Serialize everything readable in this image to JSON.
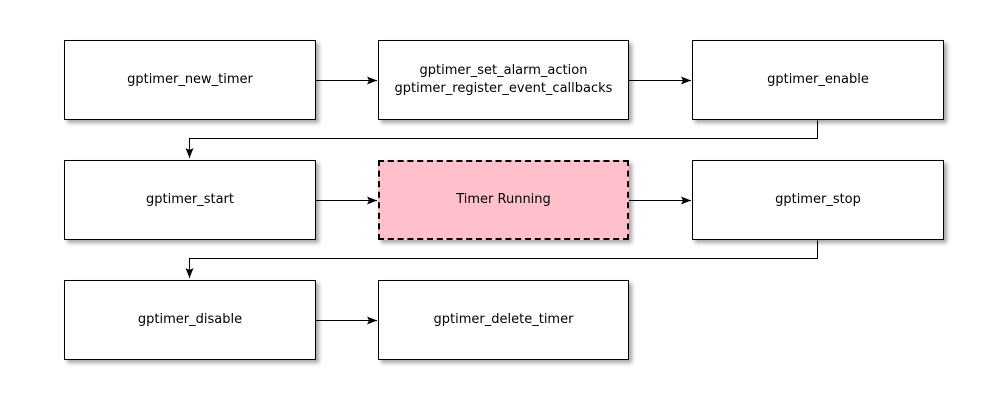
{
  "diagram": {
    "background_color": "#ffffff",
    "colors": {
      "node_fill": "#ffffff",
      "node_border": "#000000",
      "highlight_fill": "#ffc0cb",
      "edge": "#000000",
      "text": "#000000"
    },
    "nodes": [
      {
        "id": "gptimer_new_timer",
        "label": "gptimer_new_timer",
        "fill": "#ffffff",
        "border_style": "solid"
      },
      {
        "id": "gptimer_set_alarm_action_register_event_callbacks",
        "label": "gptimer_set_alarm_action\ngptimer_register_event_callbacks",
        "fill": "#ffffff",
        "border_style": "solid"
      },
      {
        "id": "gptimer_enable",
        "label": "gptimer_enable",
        "fill": "#ffffff",
        "border_style": "solid"
      },
      {
        "id": "gptimer_start",
        "label": "gptimer_start",
        "fill": "#ffffff",
        "border_style": "solid"
      },
      {
        "id": "timer_running",
        "label": "Timer Running",
        "fill": "#ffc0cb",
        "border_style": "dashed"
      },
      {
        "id": "gptimer_stop",
        "label": "gptimer_stop",
        "fill": "#ffffff",
        "border_style": "solid"
      },
      {
        "id": "gptimer_disable",
        "label": "gptimer_disable",
        "fill": "#ffffff",
        "border_style": "solid"
      },
      {
        "id": "gptimer_delete_timer",
        "label": "gptimer_delete_timer",
        "fill": "#ffffff",
        "border_style": "solid"
      }
    ],
    "edges": [
      {
        "from": "gptimer_new_timer",
        "to": "gptimer_set_alarm_action_register_event_callbacks"
      },
      {
        "from": "gptimer_set_alarm_action_register_event_callbacks",
        "to": "gptimer_enable"
      },
      {
        "from": "gptimer_enable",
        "to": "gptimer_start"
      },
      {
        "from": "gptimer_start",
        "to": "timer_running"
      },
      {
        "from": "timer_running",
        "to": "gptimer_stop"
      },
      {
        "from": "gptimer_stop",
        "to": "gptimer_disable"
      },
      {
        "from": "gptimer_disable",
        "to": "gptimer_delete_timer"
      }
    ]
  }
}
